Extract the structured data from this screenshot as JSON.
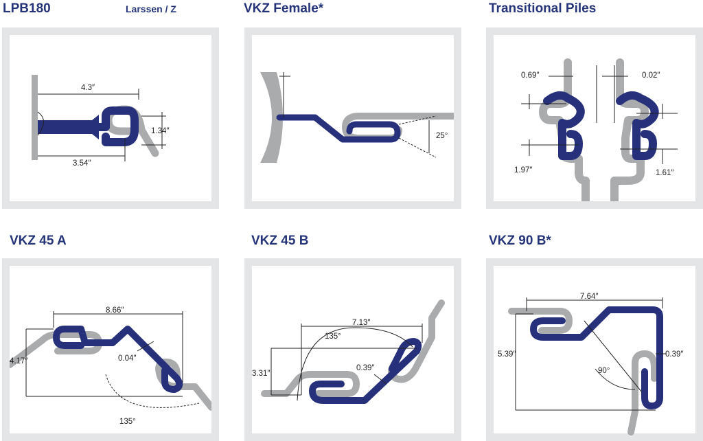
{
  "panels": [
    {
      "title": "LPB180",
      "subtitle": "Larssen / Z",
      "labels": {
        "width_top": "4.3″",
        "width_bottom": "3.54″",
        "height": "1.34″"
      }
    },
    {
      "title": "VKZ Female*",
      "labels": {
        "angle": "25°"
      }
    },
    {
      "title": "Transitional Piles",
      "labels": {
        "gap_left": "0.69″",
        "gap_right": "0.02″",
        "height_left": "1.97″",
        "height_right": "1.61″"
      }
    },
    {
      "title": "VKZ 45 A",
      "labels": {
        "width": "8.66″",
        "height": "4.17″",
        "thickness": "0.04″",
        "angle": "135°"
      }
    },
    {
      "title": "VKZ 45 B",
      "labels": {
        "width": "7.13″",
        "height": "3.31″",
        "thickness": "0.39″",
        "angle": "135°"
      }
    },
    {
      "title": "VKZ 90 B*",
      "labels": {
        "width": "7.64″",
        "height": "5.39″",
        "thickness": "0.39″",
        "angle": "90°"
      }
    }
  ],
  "colors": {
    "steel_blue": "#27307a",
    "steel_gray": "#a9abad",
    "frame": "#e3e5e7",
    "title": "#26357a"
  }
}
